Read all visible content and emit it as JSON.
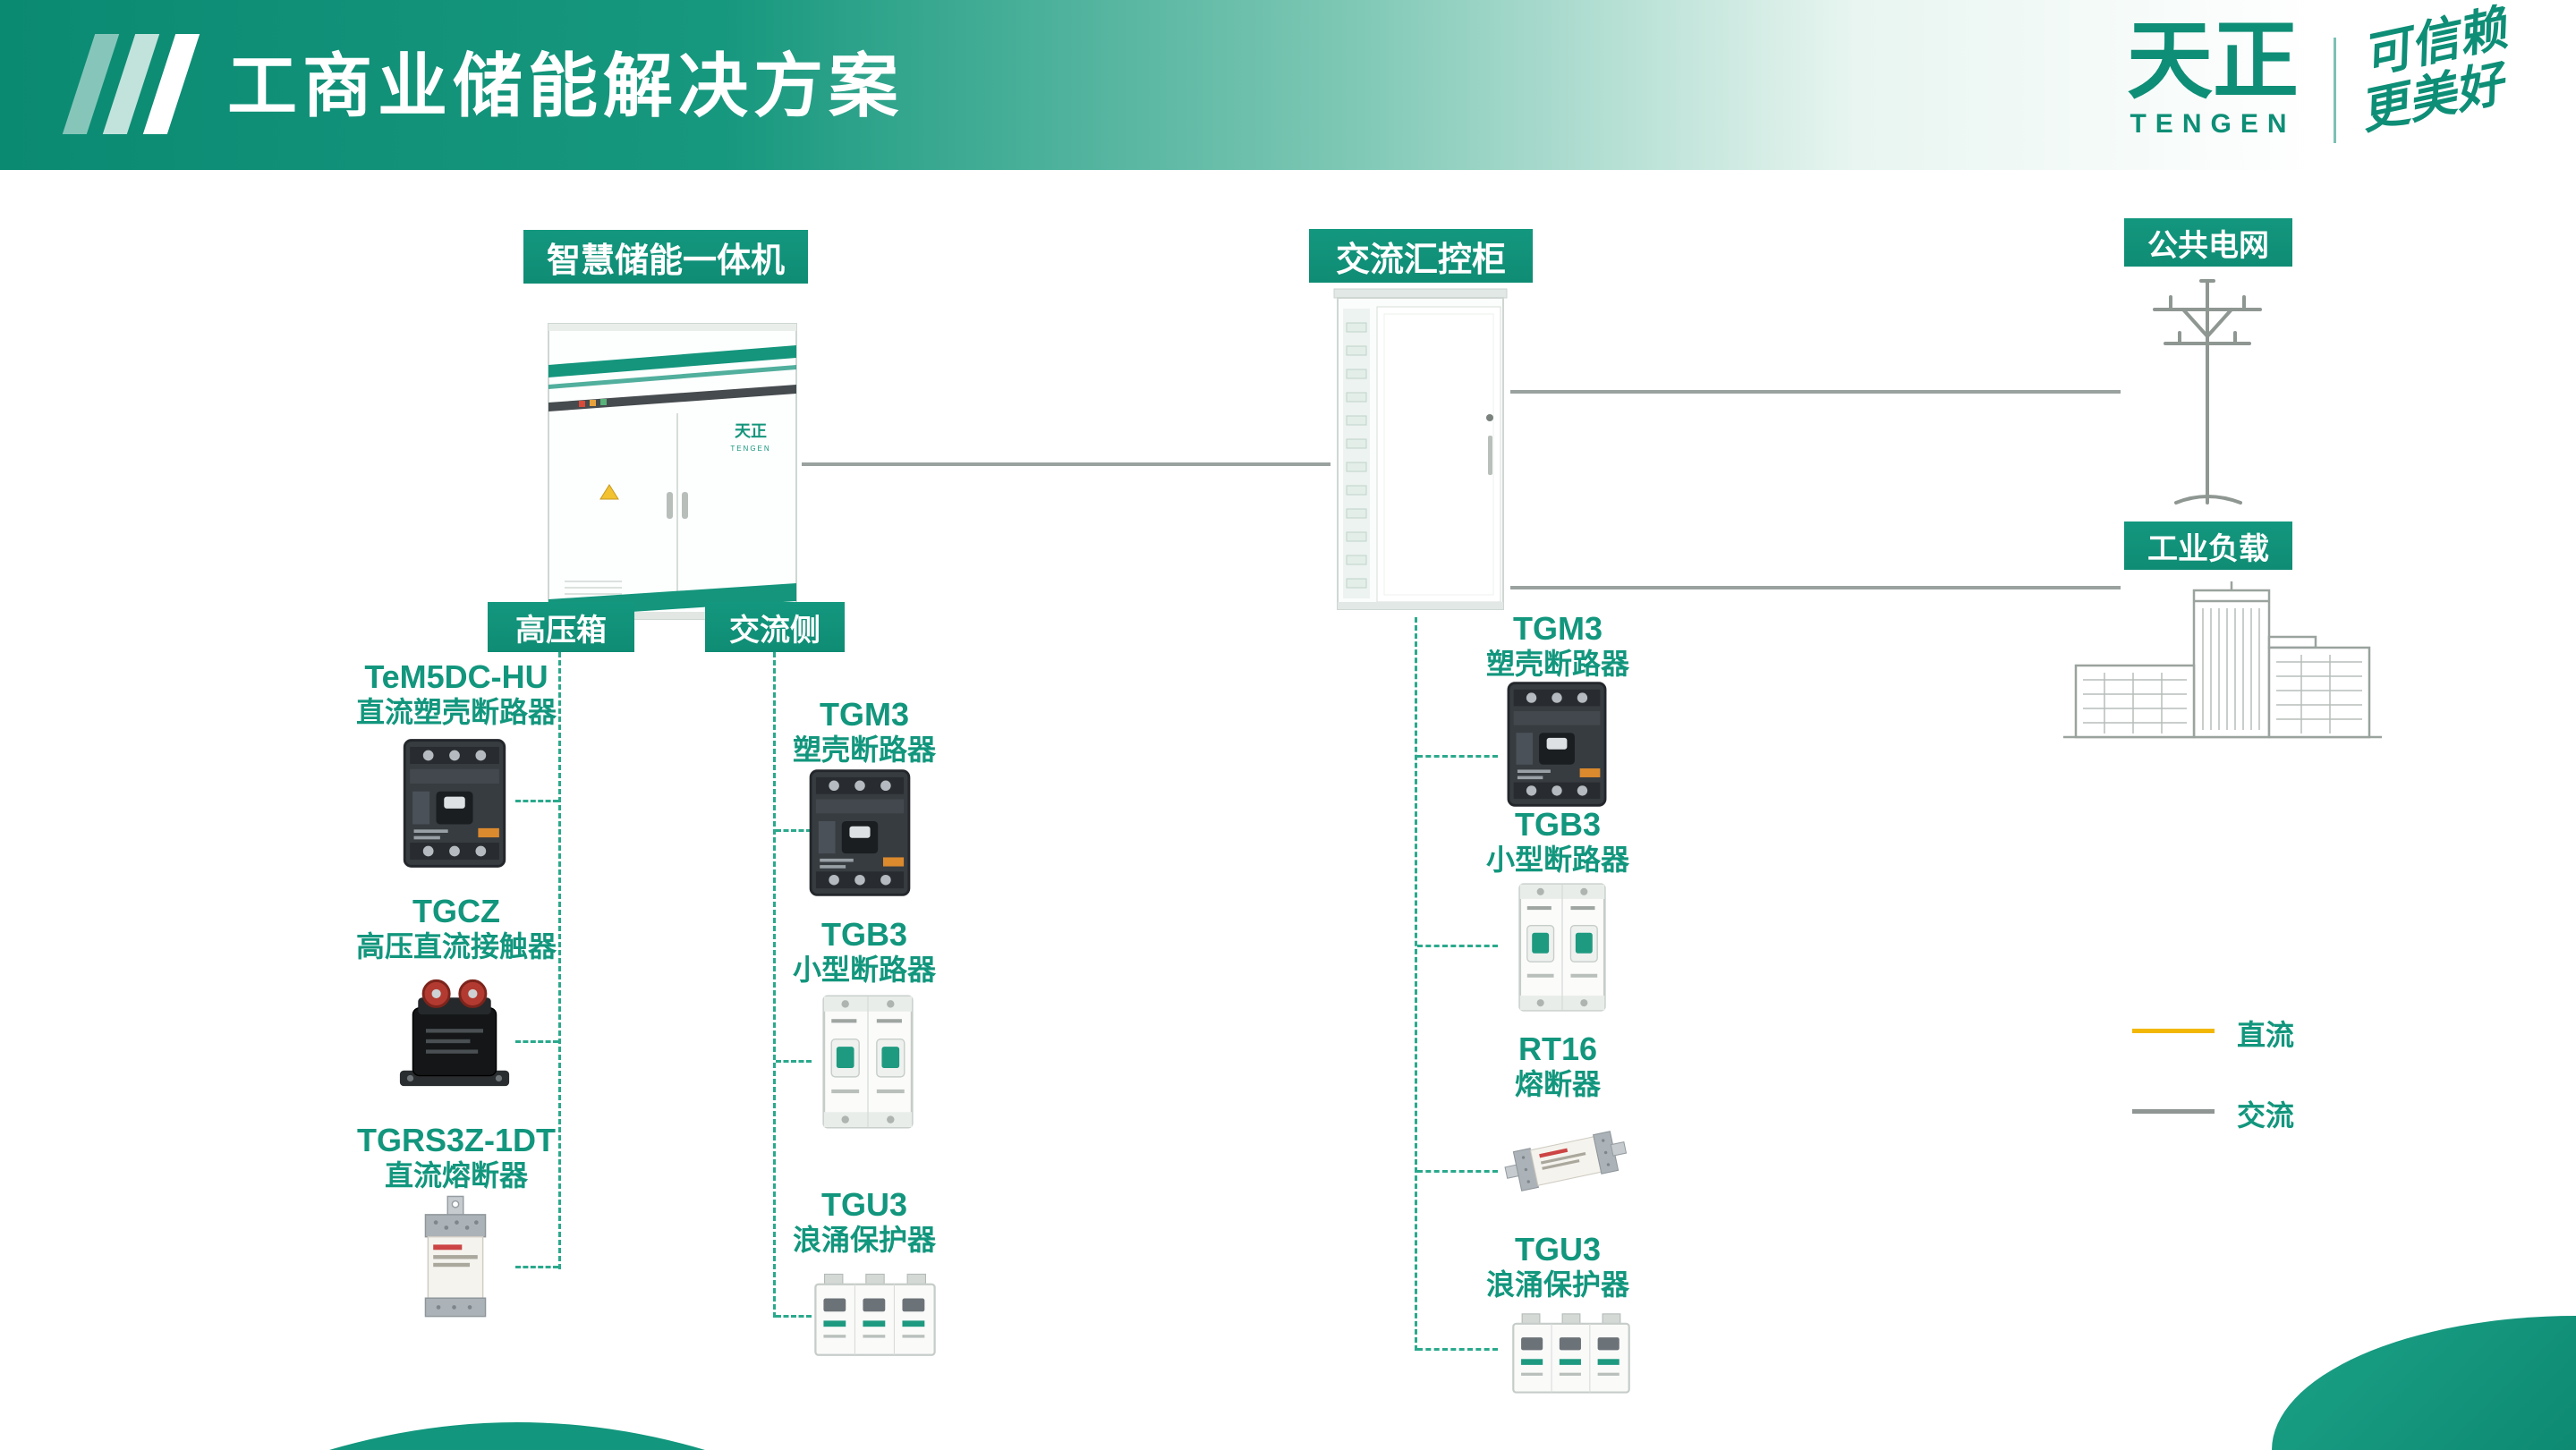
{
  "header": {
    "title": "工商业储能解决方案",
    "brand_name": "天正",
    "brand_sub": "TENGEN",
    "slogan_line1": "可信赖",
    "slogan_line2": "更美好"
  },
  "tags": {
    "storage_unit": "智慧储能一体机",
    "ac_cabinet": "交流汇控柜",
    "public_grid": "公共电网",
    "industrial_load": "工业负载",
    "hv_box": "高压箱",
    "ac_side": "交流侧"
  },
  "cabinet": {
    "logo": "天正",
    "logo_sub": "TENGEN"
  },
  "hv_box_items": [
    {
      "model": "TeM5DC-HU",
      "desc": "直流塑壳断路器"
    },
    {
      "model": "TGCZ",
      "desc": "高压直流接触器"
    },
    {
      "model": "TGRS3Z-1DT",
      "desc": "直流熔断器"
    }
  ],
  "ac_side_items": [
    {
      "model": "TGM3",
      "desc": "塑壳断路器"
    },
    {
      "model": "TGB3",
      "desc": "小型断路器"
    },
    {
      "model": "TGU3",
      "desc": "浪涌保护器"
    }
  ],
  "ac_cabinet_items": [
    {
      "model": "TGM3",
      "desc": "塑壳断路器"
    },
    {
      "model": "TGB3",
      "desc": "小型断路器"
    },
    {
      "model": "RT16",
      "desc": "熔断器"
    },
    {
      "model": "TGU3",
      "desc": "浪涌保护器"
    }
  ],
  "legend": {
    "dc": {
      "label": "直流",
      "color": "#F2B705"
    },
    "ac": {
      "label": "交流",
      "color": "#8F9693"
    }
  },
  "colors": {
    "teal": "#12967D",
    "teal_dark": "#0E8A72",
    "line_gray": "#9AA2A0",
    "dash_teal": "#2AA98C"
  }
}
